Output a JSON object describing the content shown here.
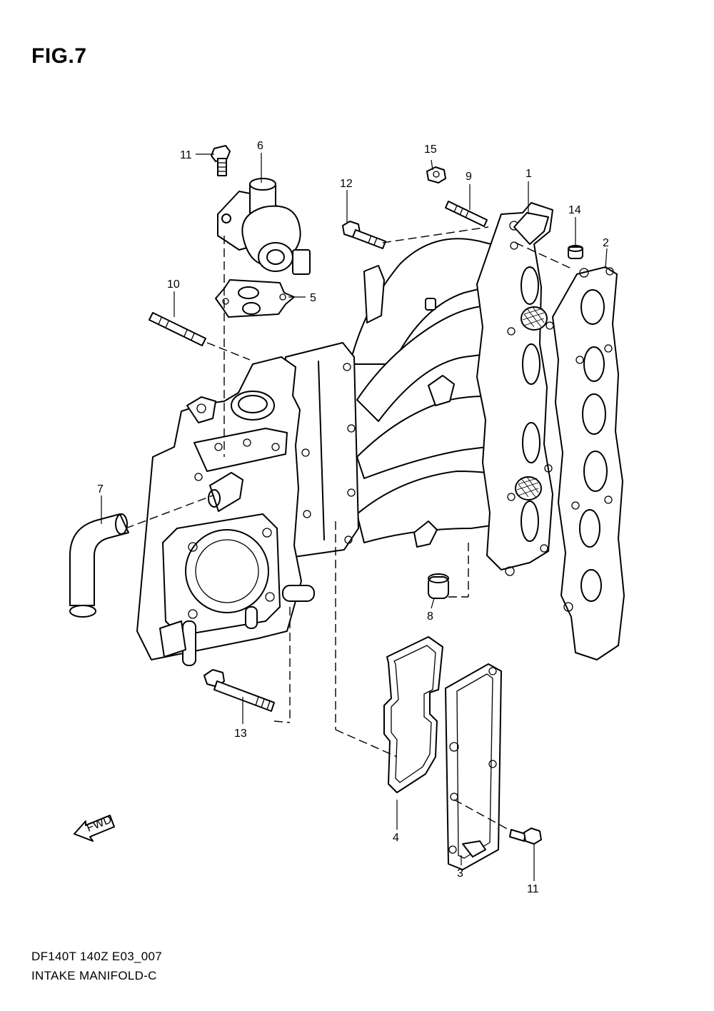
{
  "figure": {
    "title": "FIG.7",
    "model_code": "DF140T 140Z E03_007",
    "caption": "INTAKE MANIFOLD-C",
    "fwd_label": "FWD"
  },
  "callouts": [
    {
      "id": "c11a",
      "label": "11"
    },
    {
      "id": "c6",
      "label": "6"
    },
    {
      "id": "c12",
      "label": "12"
    },
    {
      "id": "c15",
      "label": "15"
    },
    {
      "id": "c9",
      "label": "9"
    },
    {
      "id": "c1",
      "label": "1"
    },
    {
      "id": "c14",
      "label": "14"
    },
    {
      "id": "c2",
      "label": "2"
    },
    {
      "id": "c10",
      "label": "10"
    },
    {
      "id": "c5",
      "label": "5"
    },
    {
      "id": "c7",
      "label": "7"
    },
    {
      "id": "c8",
      "label": "8"
    },
    {
      "id": "c13",
      "label": "13"
    },
    {
      "id": "c4",
      "label": "4"
    },
    {
      "id": "c3",
      "label": "3"
    },
    {
      "id": "c11b",
      "label": "11"
    }
  ]
}
